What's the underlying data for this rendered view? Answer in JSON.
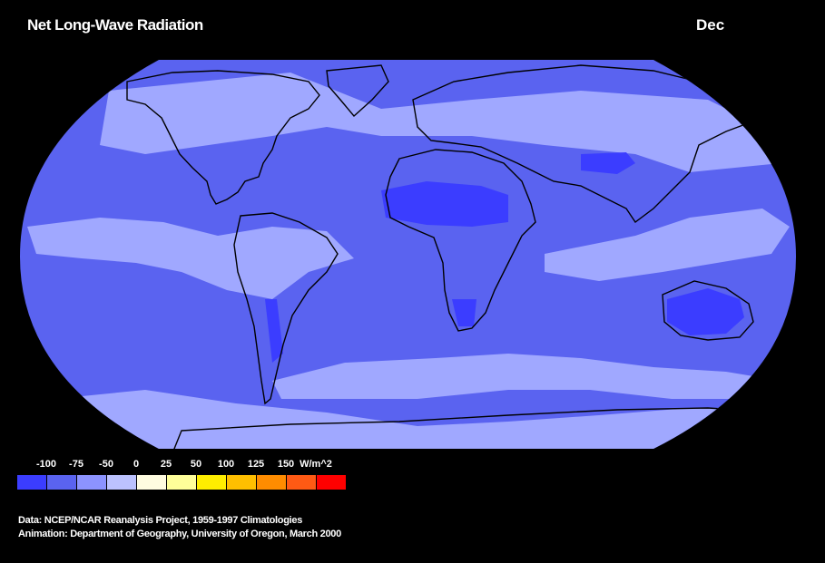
{
  "title": "Net Long-Wave Radiation",
  "month": "Dec",
  "legend": {
    "ticks": [
      "-100",
      "-75",
      "-50",
      "0",
      "25",
      "50",
      "100",
      "125",
      "150",
      "W/m^2"
    ],
    "colors": [
      "#3b3dff",
      "#5a63f0",
      "#8c93ff",
      "#bcc2ff",
      "#fffce0",
      "#ffff99",
      "#ffee00",
      "#ffbf00",
      "#ff8c00",
      "#ff5a14",
      "#ff0000"
    ]
  },
  "credits": {
    "data": "Data: NCEP/NCAR Reanalysis Project, 1959-1997 Climatologies",
    "animation": "Animation: Department of Geography, University of Oregon, March 2000"
  },
  "map_colors": {
    "ocean": "#5a63f0",
    "light": "#a0a8ff",
    "dark": "#3b3dff",
    "outline": "#000000"
  }
}
